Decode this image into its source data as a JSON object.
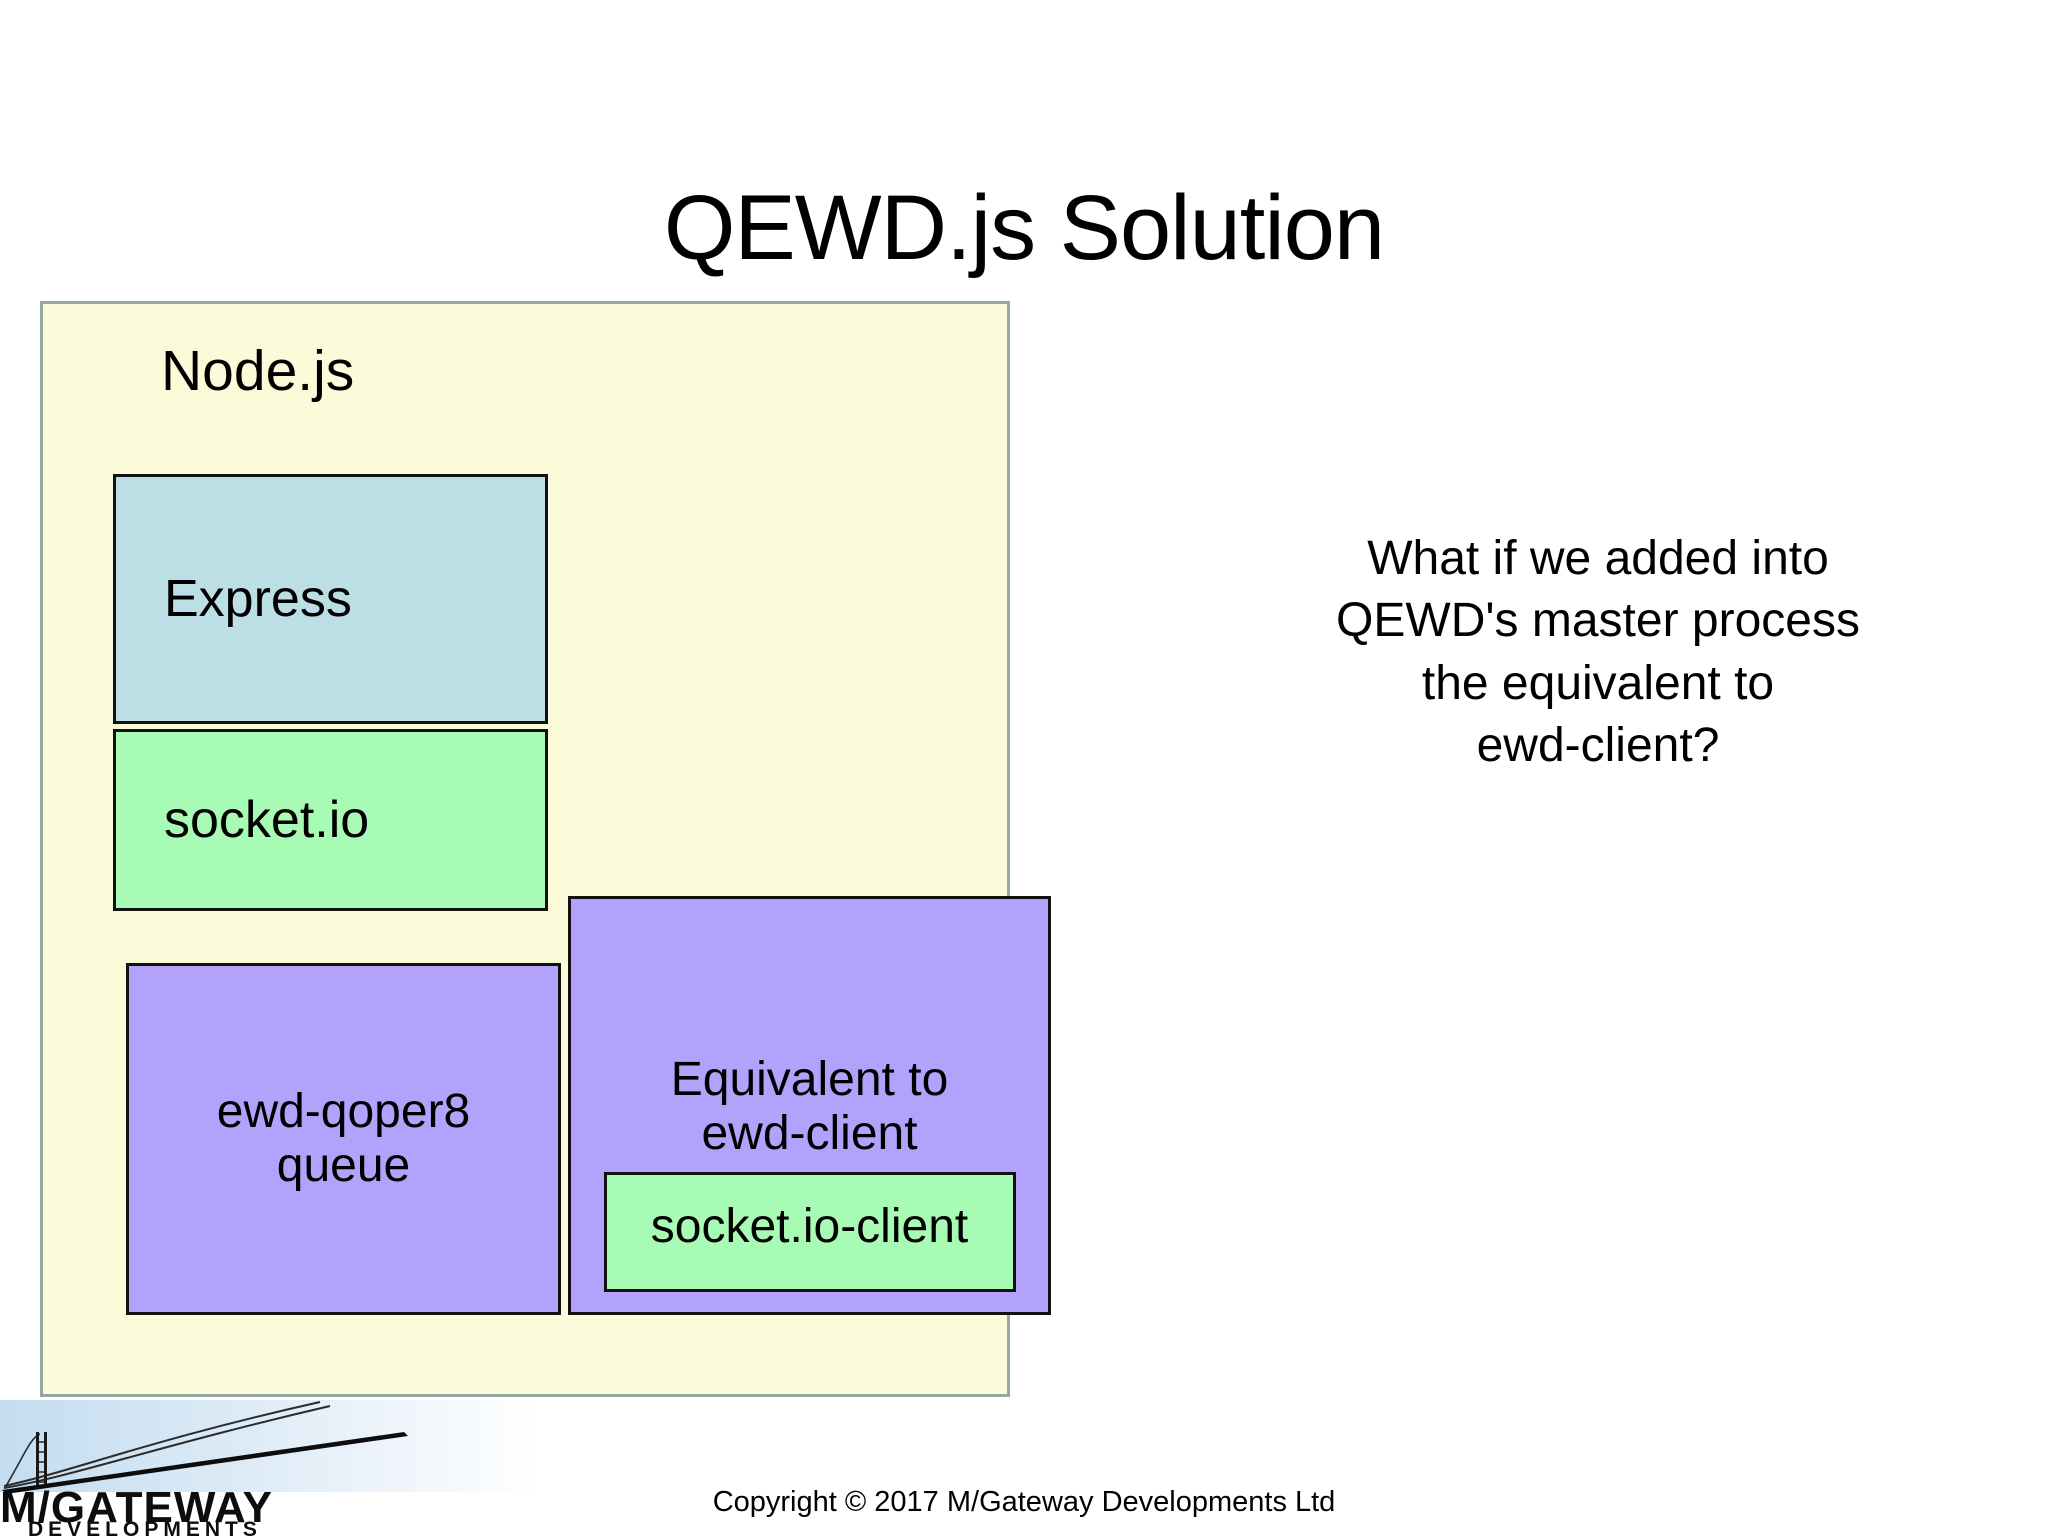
{
  "slide": {
    "title": "QEWD.js Solution",
    "background_color": "#ffffff"
  },
  "diagram": {
    "container": {
      "label": "Node.js",
      "fill_color": "#fbfbd9",
      "border_color": "#93a8a3"
    },
    "boxes": [
      {
        "id": "express",
        "label": "Express",
        "fill_color": "#bcdee5",
        "border_color": "#111111"
      },
      {
        "id": "socketio",
        "label": "socket.io",
        "fill_color": "#a8fbb5",
        "border_color": "#111111"
      },
      {
        "id": "qoper8",
        "label": "ewd-qoper8\nqueue",
        "fill_color": "#b3a2fc",
        "border_color": "#111111"
      },
      {
        "id": "equivalent",
        "label": "Equivalent to\newd-client",
        "fill_color": "#b3a2fc",
        "border_color": "#111111"
      },
      {
        "id": "socketio-client",
        "label": "socket.io-client",
        "fill_color": "#a8fbb5",
        "border_color": "#111111"
      }
    ]
  },
  "side_note": {
    "text": "What if we added into\nQEWD's master process\nthe equivalent to\newd-client?"
  },
  "footer": {
    "copyright": "Copyright © 2017 M/Gateway Developments Ltd",
    "logo": {
      "primary_text": "M/GATEWAY",
      "secondary_text": "DEVELOPMENTS"
    }
  }
}
